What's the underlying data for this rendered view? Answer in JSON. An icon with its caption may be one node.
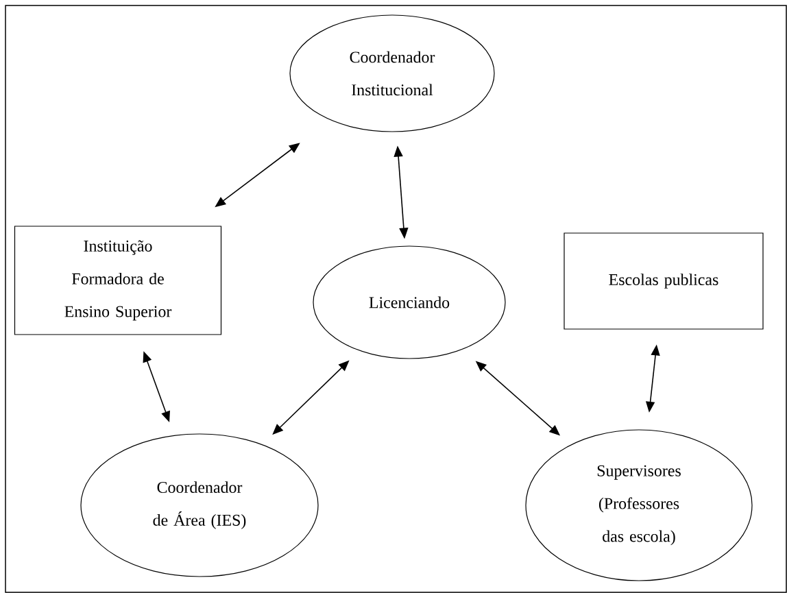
{
  "diagram": {
    "nodes": [
      {
        "text": [
          "Coordenador Institucional"
        ]
      },
      {
        "text": [
          "Instituição Formadora de Ensino Superior"
        ]
      },
      {
        "text": [
          "Licenciando"
        ]
      },
      {
        "text": [
          "Escolas publicas"
        ]
      },
      {
        "text": [
          "Coordenador de Área (IES)"
        ]
      },
      {
        "text": [
          "Supervisores (Professores das escola)"
        ]
      }
    ],
    "edges": [
      {
        "from": 1,
        "to": 0,
        "arrow": "both"
      },
      {
        "from": 0,
        "to": 2,
        "arrow": "both"
      },
      {
        "from": 1,
        "to": 4,
        "arrow": "both"
      },
      {
        "from": 4,
        "to": 2,
        "arrow": "both"
      },
      {
        "from": 2,
        "to": 5,
        "arrow": "both"
      },
      {
        "from": 3,
        "to": 5,
        "arrow": "both"
      }
    ]
  }
}
